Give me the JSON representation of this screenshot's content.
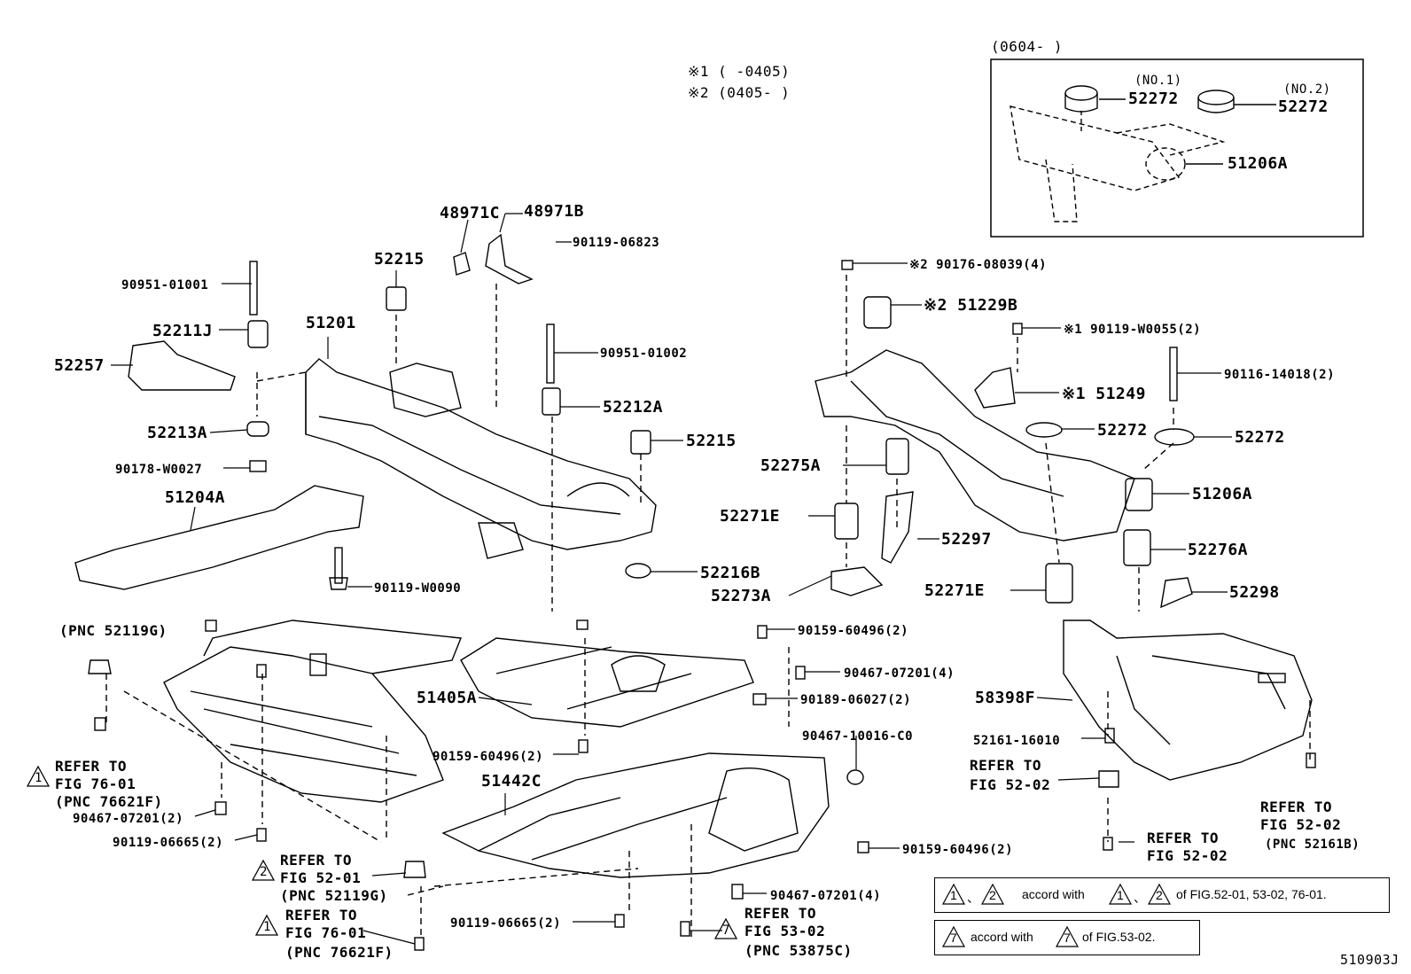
{
  "diagram_id": "510903J",
  "legend_dates": {
    "note1": "※1 (     -0405)",
    "note2": "※2 (0405-      )"
  },
  "inset": {
    "title": "(0604-      )",
    "no1": "(NO.1)",
    "no2": "(NO.2)",
    "part_a": "52272",
    "part_b": "52272",
    "part_c": "51206A"
  },
  "parts": {
    "p48971C": "48971C",
    "p48971B": "48971B",
    "p90119_06823": "90119-06823",
    "p90951_01001": "90951-01001",
    "p52215a": "52215",
    "p52211J": "52211J",
    "p51201": "51201",
    "p52257": "52257",
    "p90951_01002": "90951-01002",
    "p52212A": "52212A",
    "p52213A": "52213A",
    "p90178_W0027": "90178-W0027",
    "p52215b": "52215",
    "p51204A": "51204A",
    "p90119_W0090": "90119-W0090",
    "p52216B": "52216B",
    "pnc52119G": "(PNC 52119G)",
    "p90176": "※2 90176-08039(4)",
    "p51229B": "※2 51229B",
    "p90119_W0055": "※1 90119-W0055(2)",
    "p90116": "90116-14018(2)",
    "p51249": "※1 51249",
    "p52272a": "52272",
    "p52272b": "52272",
    "p52275A": "52275A",
    "p51206A": "51206A",
    "p52271Ea": "52271E",
    "p52297": "52297",
    "p52276A": "52276A",
    "p52273A": "52273A",
    "p52271Eb": "52271E",
    "p52298": "52298",
    "p90159a": "90159-60496(2)",
    "p90467a": "90467-07201(4)",
    "p90189": "90189-06027(2)",
    "p51405A": "51405A",
    "p58398F": "58398F",
    "p90467_10016": "90467-10016-C0",
    "p52161": "52161-16010",
    "p90159b": "90159-60496(2)",
    "p51442C": "51442C",
    "p90467b": "90467-07201(2)",
    "p90119_06665a": "90119-06665(2)",
    "p90159c": "90159-60496(2)",
    "p90467c": "90467-07201(4)",
    "p90119_06665b": "90119-06665(2)"
  },
  "refs": {
    "r1_a": "REFER TO",
    "r1_b": "FIG 76-01",
    "r1_c": "(PNC 76621F)",
    "r1_sym": "1",
    "r2_a": "REFER TO",
    "r2_b": "FIG 52-01",
    "r2_c": "(PNC 52119G)",
    "r2_sym": "2",
    "r3_a": "REFER TO",
    "r3_b": "FIG 76-01",
    "r3_c": "(PNC 76621F)",
    "r3_sym": "1",
    "r4_a": "REFER TO",
    "r4_b": "FIG 53-02",
    "r4_c": "(PNC 53875C)",
    "r4_sym": "7",
    "r5_a": "REFER TO",
    "r5_b": "FIG 52-02",
    "r6_a": "REFER TO",
    "r6_b": "FIG 52-02",
    "r7_a": "REFER TO",
    "r7_b": "FIG 52-02",
    "r7_c": "(PNC 52161B)"
  },
  "legend_box": {
    "line1_sym_a": "1",
    "line1_sym_b": "2",
    "line1_mid": "accord with",
    "line1_sym_c": "1",
    "line1_sym_d": "2",
    "line1_end": "of FIG.52-01, 53-02, 76-01.",
    "line2_sym_a": "7",
    "line2_mid": "accord with",
    "line2_sym_b": "7",
    "line2_end": "of FIG.53-02."
  }
}
